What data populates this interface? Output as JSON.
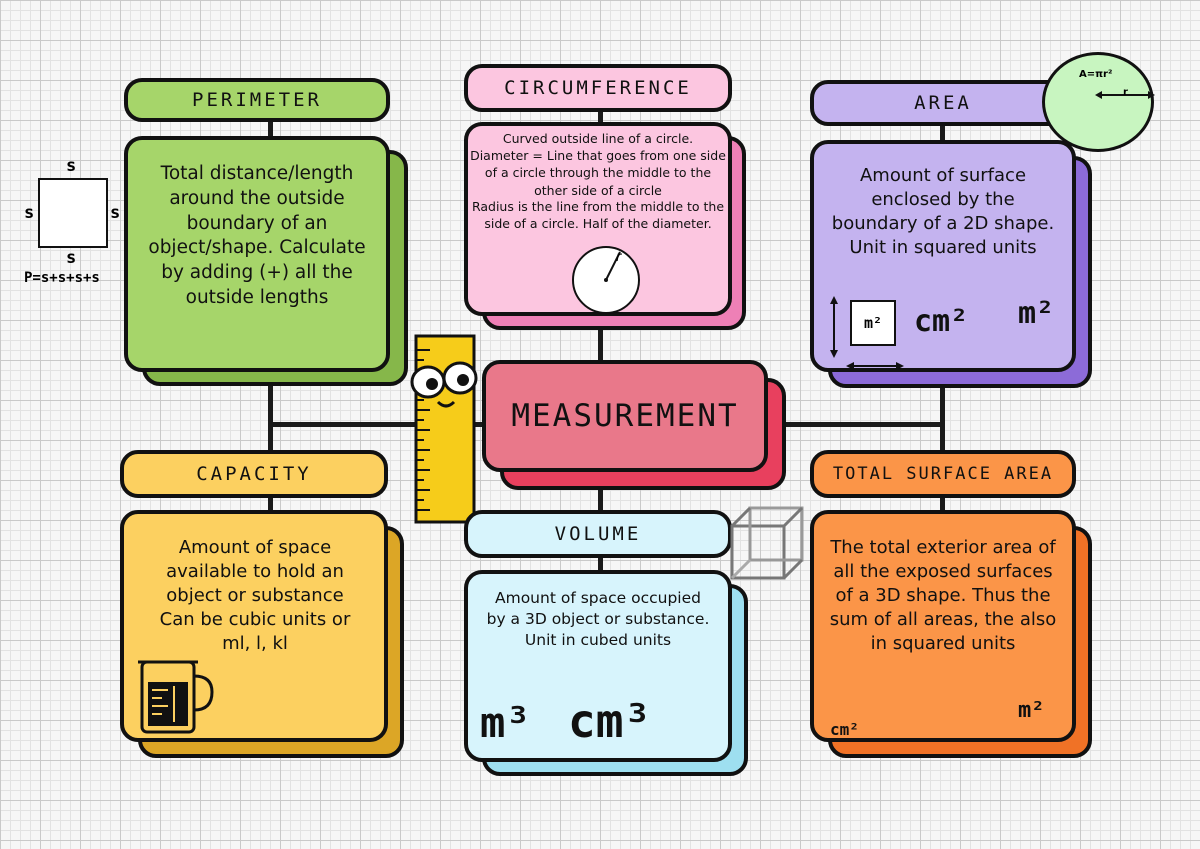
{
  "center": {
    "title": "MEASUREMENT"
  },
  "perimeter": {
    "title": "PERIMETER",
    "text": "Total distance/length around the outside boundary of an object/shape. Calculate by adding (+) all the outside lengths",
    "side_label": "s",
    "formula": "P=s+s+s+s"
  },
  "circumference": {
    "title": "CIRCUMFERENCE",
    "lines": [
      "Curved outside line of a circle.",
      "Diameter = Line that goes from one side of a circle through the middle to the other side of a circle",
      "Radius is the line from the middle to the side of a circle. Half of the diameter."
    ],
    "radius_label": "r"
  },
  "area": {
    "title": "AREA",
    "text": "Amount of surface enclosed by the boundary of a 2D shape. Unit in squared units",
    "square_label": "m²",
    "unit_cm": "cm²",
    "unit_m": "m²",
    "circle_formula": "A=πr²",
    "radius_label": "r"
  },
  "capacity": {
    "title": "CAPACITY",
    "text": "Amount of space available to hold an object or substance Can be cubic units or ml, l, kl"
  },
  "volume": {
    "title": "VOLUME",
    "text": "Amount of space occupied by a 3D object or substance. Unit in cubed units",
    "unit_m": "m³",
    "unit_cm": "cm³"
  },
  "total_surface_area": {
    "title": "TOTAL SURFACE AREA",
    "text": "The total exterior area of all the exposed surfaces of a 3D shape. Thus the sum of all areas, the also in squared units",
    "unit_m": "m²",
    "unit_cm": "cm²"
  },
  "colors": {
    "perimeter": "#a6d56a",
    "perimeter_shadow": "#86b74a",
    "circumference": "#fcc6e0",
    "circumference_shadow": "#ee80b6",
    "area": "#c4b3ef",
    "area_shadow": "#8c6bd8",
    "capacity": "#fcd060",
    "capacity_shadow": "#dca626",
    "volume": "#d7f4fc",
    "volume_shadow": "#9edff0",
    "tsa": "#fb9548",
    "tsa_shadow": "#f07226",
    "center": "#e9788a",
    "center_shadow": "#e8405e",
    "ruler": "#f6cc1a"
  }
}
